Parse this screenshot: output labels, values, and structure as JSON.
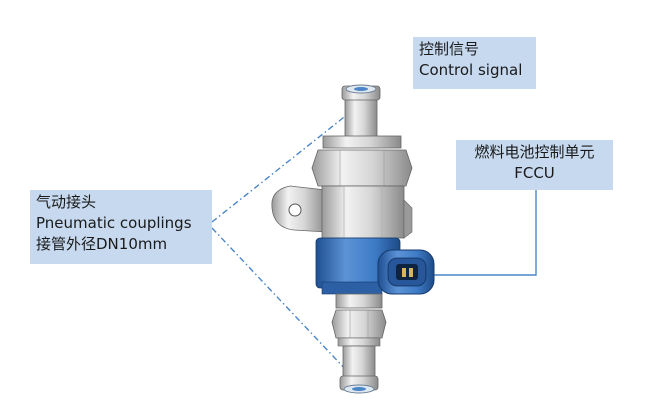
{
  "callouts": {
    "control_signal": {
      "zh": "控制信号",
      "en": "Control signal"
    },
    "pneumatic": {
      "zh": "气动接头",
      "en": "Pneumatic couplings",
      "spec": "接管外径DN10mm"
    },
    "fccu": {
      "zh": "燃料电池控制单元",
      "en": "FCCU"
    }
  },
  "colors": {
    "callout_bg": "#c6d9ef",
    "leader_line": "#4a86c8",
    "body_gray": "#d8d8d8",
    "connector_blue": "#3e7bc6"
  }
}
